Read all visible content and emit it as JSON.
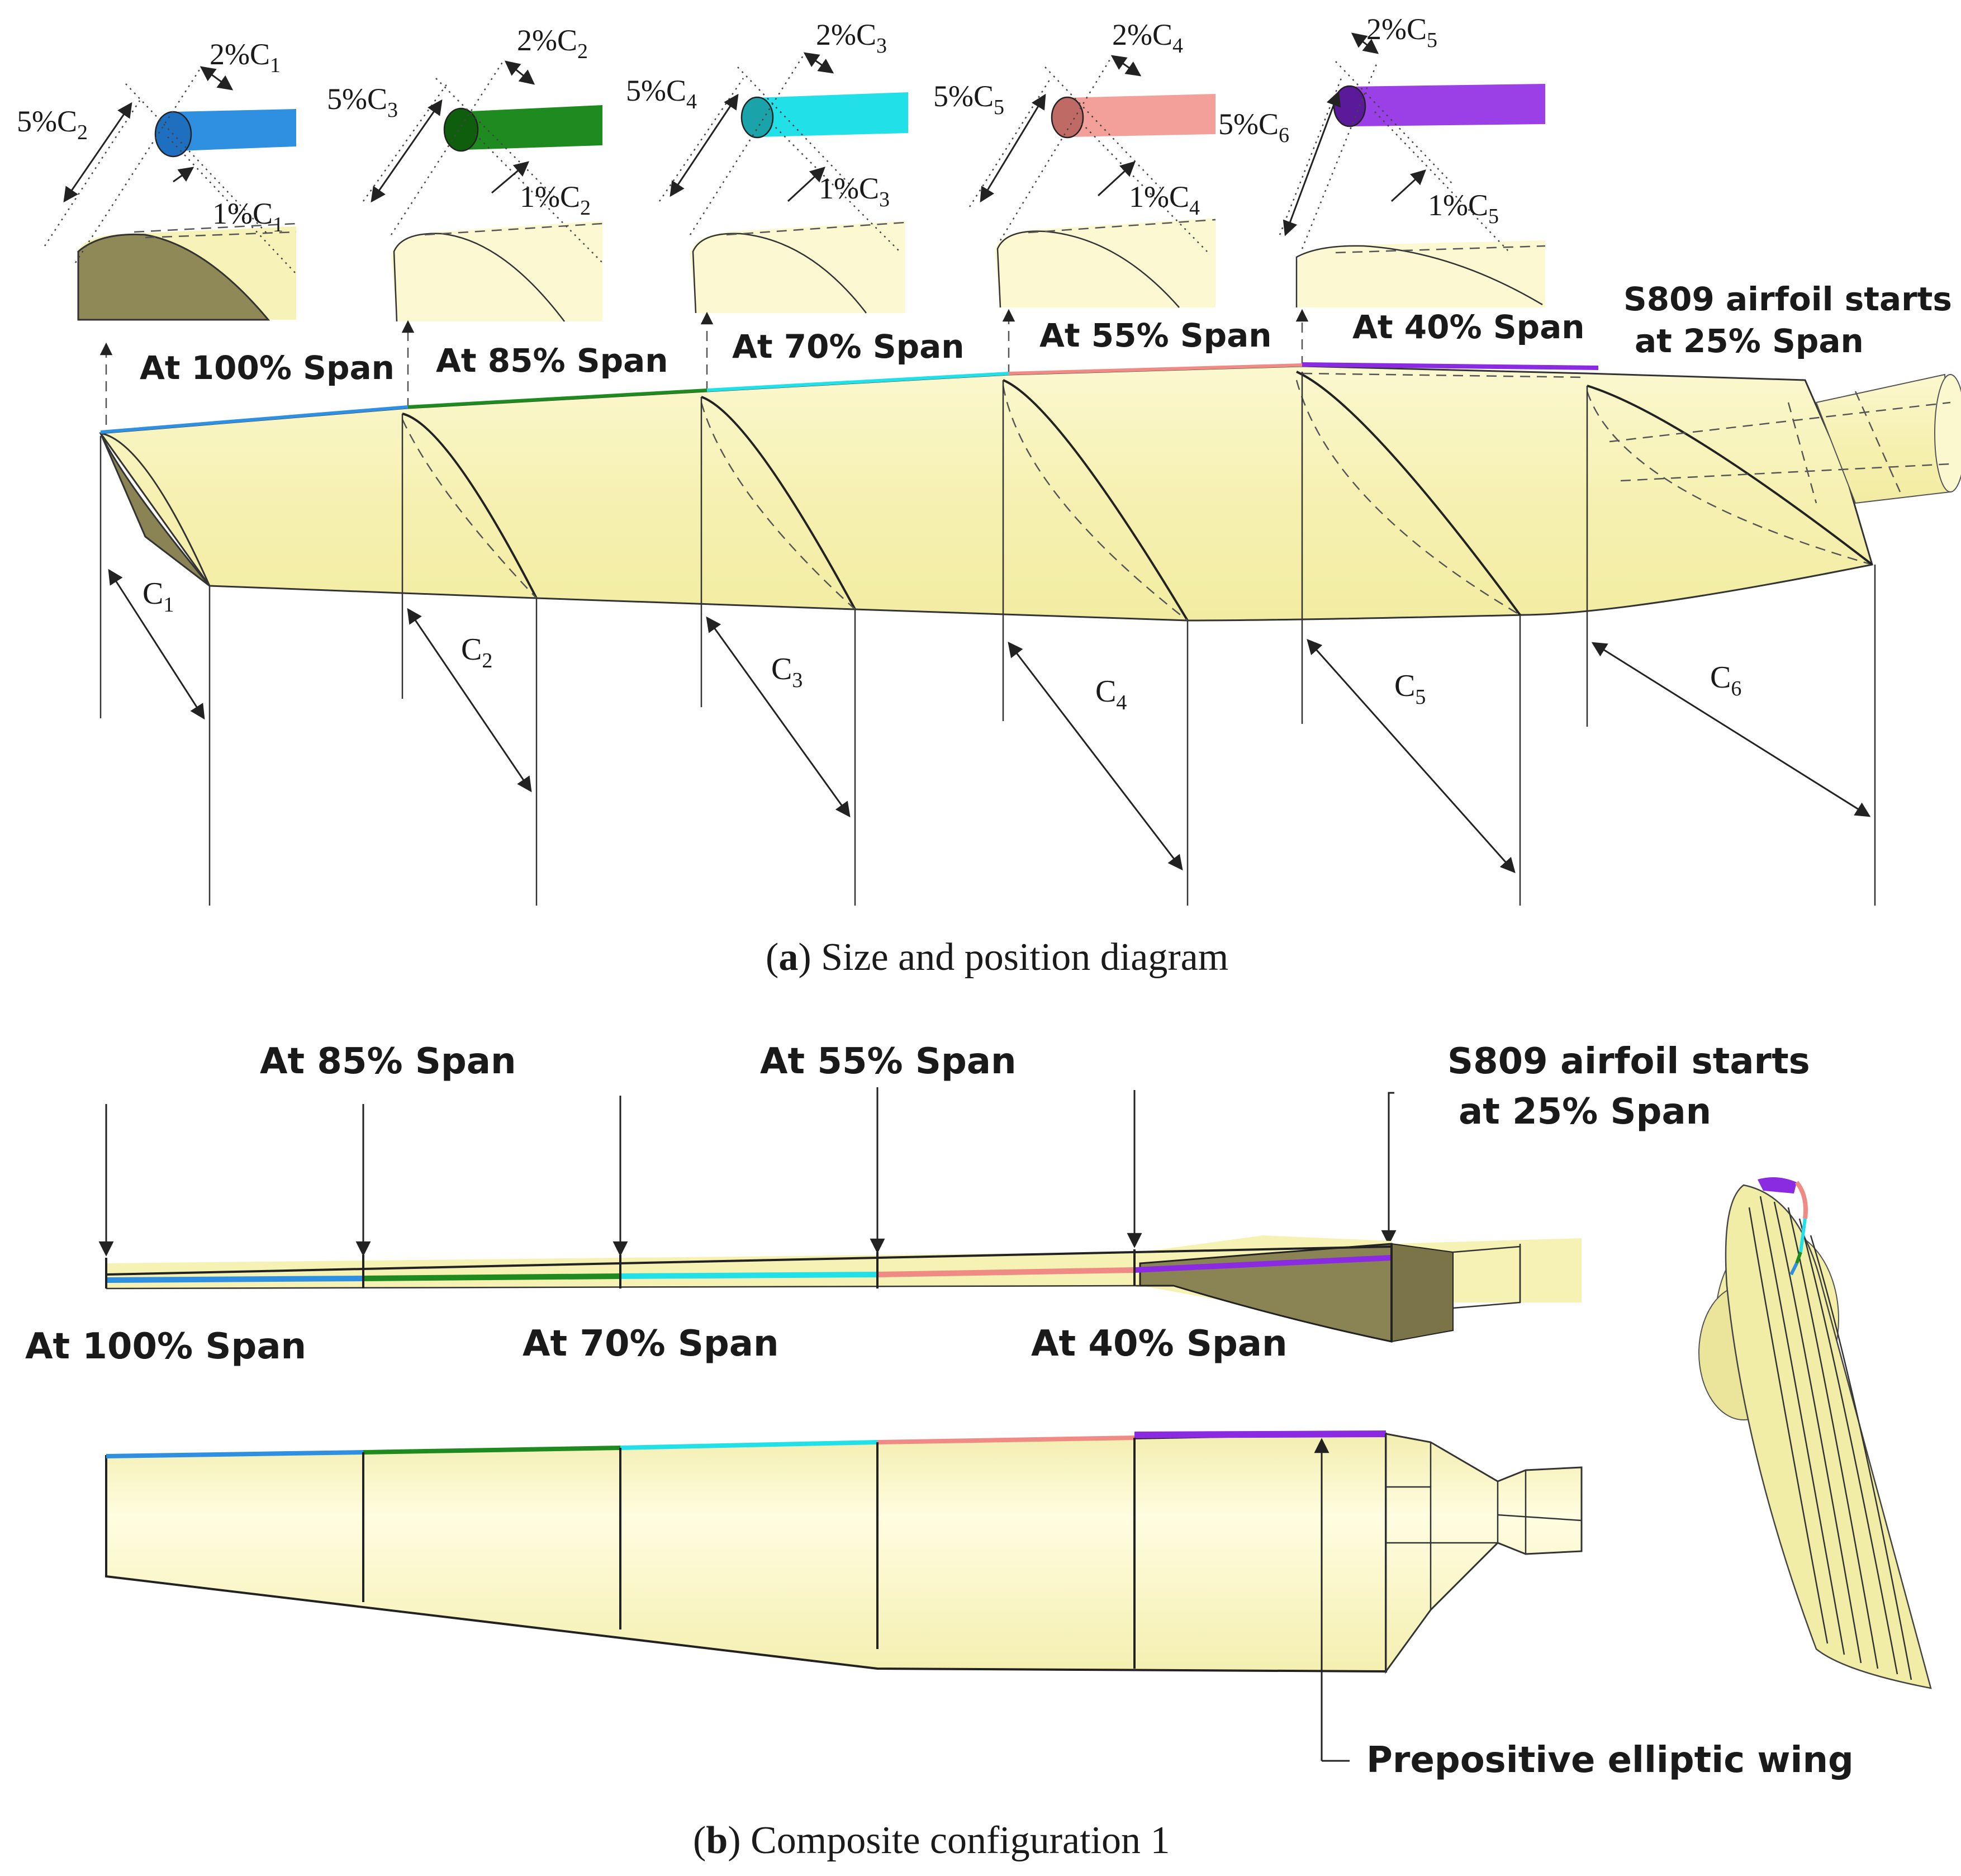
{
  "panel_a": {
    "caption_letter": "a",
    "caption_text": " Size and position diagram",
    "section_labels": [
      "At 100% Span",
      "At 85% Span",
      "At 70% Span",
      "At 55% Span",
      "At 40% Span"
    ],
    "s809_label_line1": "S809 airfoil starts",
    "s809_label_line2": "at 25% Span",
    "chord_labels": [
      {
        "base": "C",
        "sub": "1"
      },
      {
        "base": "C",
        "sub": "2"
      },
      {
        "base": "C",
        "sub": "3"
      },
      {
        "base": "C",
        "sub": "4"
      },
      {
        "base": "C",
        "sub": "5"
      },
      {
        "base": "C",
        "sub": "6"
      }
    ],
    "insets": [
      {
        "big": "5%C",
        "big_sub": "2",
        "top": "2%C",
        "top_sub": "1",
        "bottom": "1%C",
        "bottom_sub": "1",
        "rod_color": "#2f8fe0"
      },
      {
        "big": "5%C",
        "big_sub": "3",
        "top": "2%C",
        "top_sub": "2",
        "bottom": "1%C",
        "bottom_sub": "2",
        "rod_color": "#1f8a1f"
      },
      {
        "big": "5%C",
        "big_sub": "4",
        "top": "2%C",
        "top_sub": "3",
        "bottom": "1%C",
        "bottom_sub": "3",
        "rod_color": "#22e0e8"
      },
      {
        "big": "5%C",
        "big_sub": "5",
        "top": "2%C",
        "top_sub": "4",
        "bottom": "1%C",
        "bottom_sub": "4",
        "rod_color": "#f08a84"
      },
      {
        "big": "5%C",
        "big_sub": "6",
        "top": "2%C",
        "top_sub": "5",
        "bottom": "1%C",
        "bottom_sub": "5",
        "rod_color": "#8a2be2"
      }
    ]
  },
  "panel_b": {
    "caption_letter": "b",
    "caption_text": " Composite configuration 1",
    "top_labels": [
      "At 85% Span",
      "At 55% Span"
    ],
    "bottom_labels": [
      "At 100% Span",
      "At 70% Span",
      "At 40% Span"
    ],
    "s809_label_line1": "S809 airfoil starts",
    "s809_label_line2": "at 25% Span",
    "callout": "Prepositive elliptic wing",
    "segment_colors": [
      "#2f8fe0",
      "#1f8a1f",
      "#22e0e8",
      "#f08a84",
      "#8a2be2"
    ]
  },
  "colors": {
    "blade_fill": "#f6f2b4",
    "blade_shadow": "#8a8454",
    "outline": "#222222"
  }
}
